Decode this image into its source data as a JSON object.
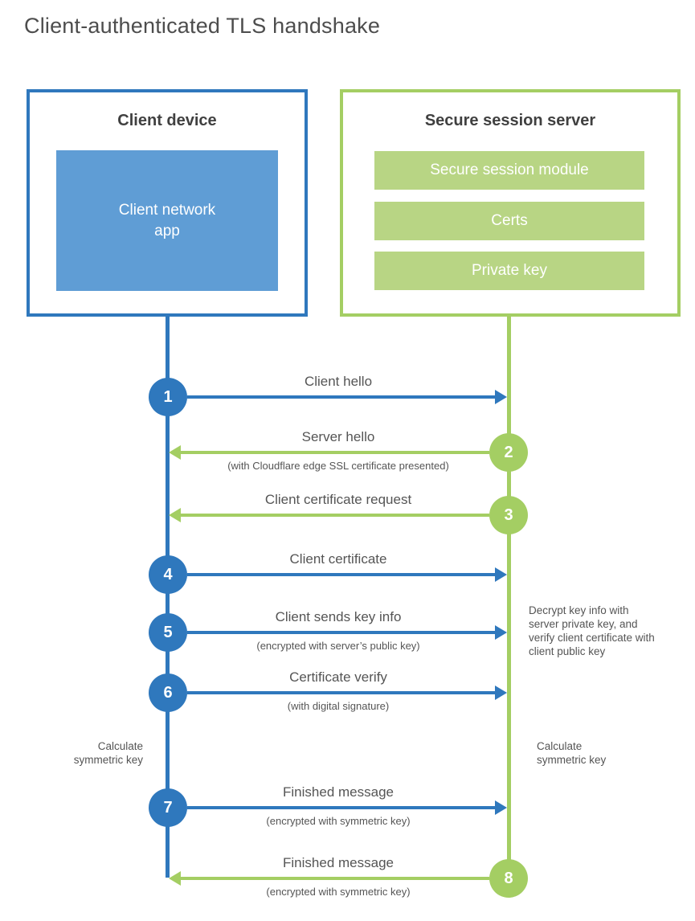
{
  "title": "Client-authenticated TLS handshake",
  "client": {
    "title": "Client device",
    "app_label": "Client network app"
  },
  "server": {
    "title": "Secure session server",
    "modules": [
      "Secure session module",
      "Certs",
      "Private key"
    ]
  },
  "steps": [
    {
      "num": "1",
      "actor": "client",
      "direction": "right",
      "label": "Client hello",
      "sublabel": ""
    },
    {
      "num": "2",
      "actor": "server",
      "direction": "left",
      "label": "Server hello",
      "sublabel": "(with Cloudflare edge SSL certificate presented)"
    },
    {
      "num": "3",
      "actor": "server",
      "direction": "left",
      "label": "Client certificate request",
      "sublabel": ""
    },
    {
      "num": "4",
      "actor": "client",
      "direction": "right",
      "label": "Client certificate",
      "sublabel": ""
    },
    {
      "num": "5",
      "actor": "client",
      "direction": "right",
      "label": "Client sends key info",
      "sublabel": "(encrypted with server’s public key)"
    },
    {
      "num": "6",
      "actor": "client",
      "direction": "right",
      "label": "Certificate verify",
      "sublabel": "(with digital signature)"
    },
    {
      "num": "7",
      "actor": "client",
      "direction": "right",
      "label": "Finished message",
      "sublabel": "(encrypted with symmetric key)"
    },
    {
      "num": "8",
      "actor": "server",
      "direction": "left",
      "label": "Finished message",
      "sublabel": "(encrypted with symmetric key)"
    }
  ],
  "notes": {
    "left_calculate": "Calculate symmetric key",
    "right_calculate": "Calculate symmetric key",
    "decrypt_note": "Decrypt key info with server private key, and verify client certificate with client public key"
  },
  "colors": {
    "blue": "#2f78bd",
    "blue_fill": "#5f9dd5",
    "green": "#a4ce63",
    "green_fill": "#b8d584"
  }
}
